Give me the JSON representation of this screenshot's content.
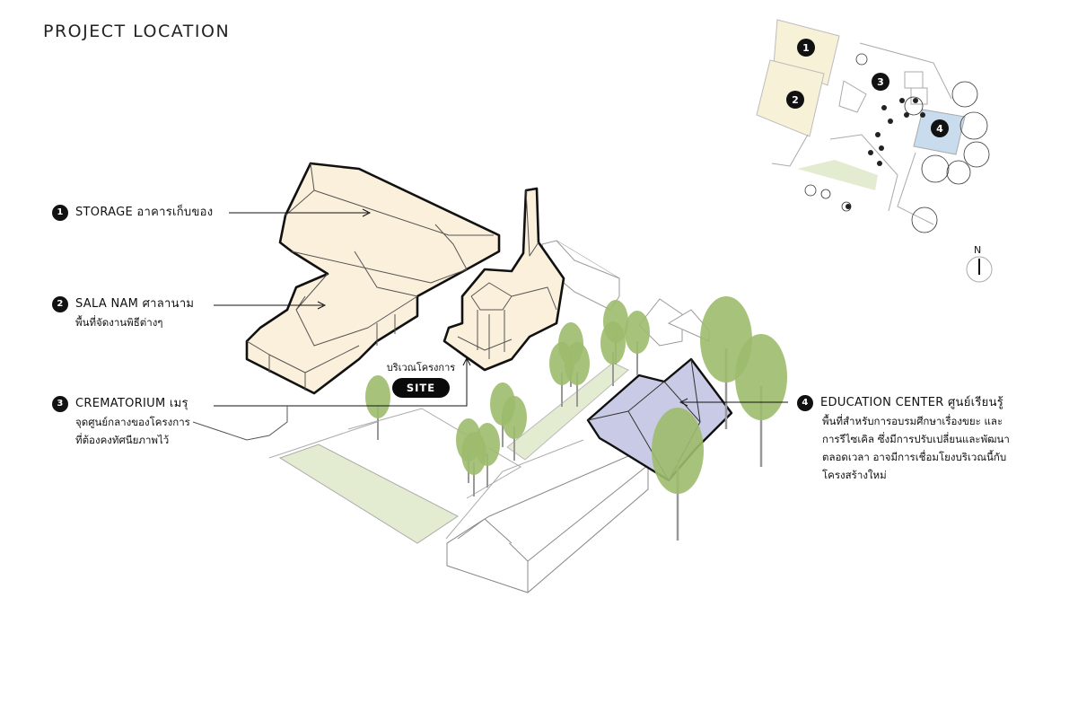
{
  "title": "PROJECT LOCATION",
  "labels": [
    {
      "num": "1",
      "name": "STORAGE อาคารเก็บของ",
      "desc": []
    },
    {
      "num": "2",
      "name": "SALA NAM ศาลานาม",
      "desc": [
        "พื้นที่จัดงานพิธีต่างๆ"
      ]
    },
    {
      "num": "3",
      "name": "CREMATORIUM เมรุ",
      "desc": [
        "จุดศูนย์กลางของโครงการ",
        "ที่ต้องคงทัศนียภาพไว้"
      ]
    },
    {
      "num": "4",
      "name": "EDUCATION CENTER ศูนย์เรียนรู้",
      "desc": [
        "พื้นที่สำหรับการอบรมศึกษาเรื่องขยะ และ",
        "การรีไซเคิล ซึ่งมีการปรับเปลี่ยนและพัฒนา",
        "ตลอดเวลา อาจมีการเชื่อมโยงบริเวณนี้กับ",
        "โครงสร้างใหม่"
      ]
    }
  ],
  "site": {
    "caption": "บริเวณโครงการ",
    "tag": "SITE"
  },
  "map": {
    "markers": [
      "1",
      "2",
      "3",
      "4"
    ],
    "north": "N"
  },
  "colors": {
    "building_fill": "#fbf0dc",
    "education_fill": "#c9cbe6",
    "tree": "#9dbb6c",
    "lawn": "#e3ecd0",
    "map_block": "#f7f1d8",
    "map_blue": "#c8dcee"
  }
}
